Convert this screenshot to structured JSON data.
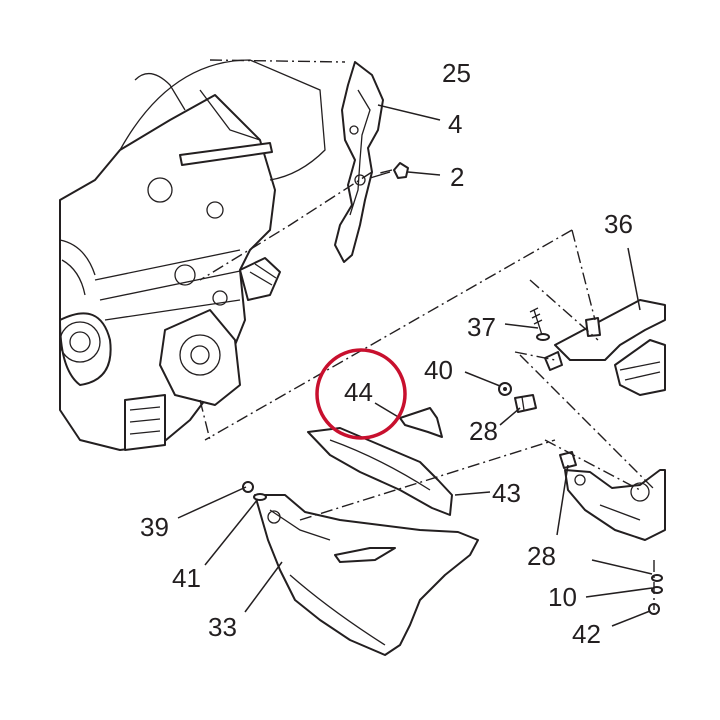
{
  "labels": {
    "l25": "25",
    "l4": "4",
    "l2": "2",
    "l36": "36",
    "l37": "37",
    "l40": "40",
    "l44": "44",
    "l28a": "28",
    "l43": "43",
    "l39": "39",
    "l41": "41",
    "l33": "33",
    "l28b": "28",
    "l10": "10",
    "l42": "42"
  },
  "colors": {
    "line": "#231f20",
    "highlight": "#c8102e",
    "background": "#ffffff"
  },
  "highlight": {
    "label": "44",
    "shape": "circle"
  }
}
